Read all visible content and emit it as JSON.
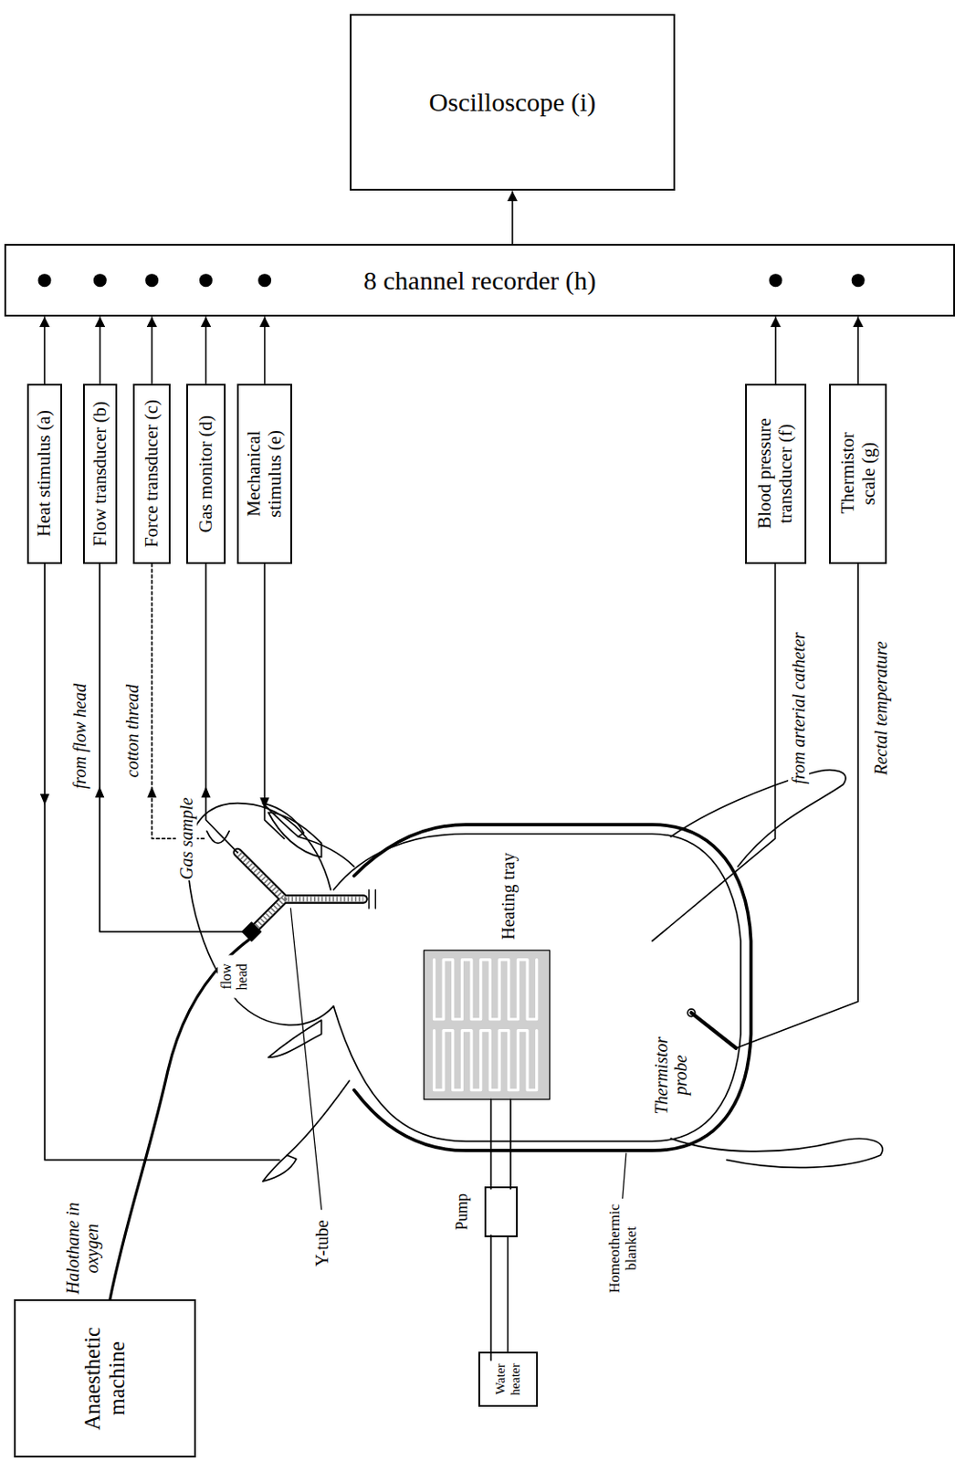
{
  "diagram": {
    "nodes": [
      {
        "text": [
          "Oscilloscope (i)"
        ]
      },
      {
        "text": [
          "8 channel recorder (h)"
        ]
      },
      {
        "text": [
          "Heat stimulus (a)"
        ]
      },
      {
        "text": [
          "Flow transducer (b)"
        ]
      },
      {
        "text": [
          "Force transducer (c)"
        ]
      },
      {
        "text": [
          "Gas monitor (d)"
        ]
      },
      {
        "text": [
          "Mechanical stimulus (e)"
        ]
      },
      {
        "text": [
          "Blood pressure transducer (f)"
        ]
      },
      {
        "text": [
          "Thermistor scale (g)"
        ]
      },
      {
        "text": [
          "Anaesthetic machine"
        ]
      },
      {
        "text": [
          "Pump"
        ]
      },
      {
        "text": [
          "Water heater"
        ]
      }
    ],
    "edges": [
      {
        "from": 1,
        "to": 0,
        "arrow": "to"
      },
      {
        "from": 2,
        "to": 1,
        "arrow": "to"
      },
      {
        "from": 3,
        "to": 1,
        "arrow": "to"
      },
      {
        "from": 4,
        "to": 1,
        "arrow": "to"
      },
      {
        "from": 5,
        "to": 1,
        "arrow": "to"
      },
      {
        "from": 6,
        "to": 1,
        "arrow": "to"
      },
      {
        "from": 7,
        "to": 1,
        "arrow": "to"
      },
      {
        "from": 8,
        "to": 1,
        "arrow": "to"
      },
      {
        "from": 10,
        "to": 11,
        "arrow": "none"
      }
    ],
    "labels": [
      "from flow head",
      "cotton thread",
      "Gas sample",
      "from arterial catheter",
      "Rectal temperature",
      "Heating tray",
      "flow head",
      "Halothane in oxygen",
      "Y-tube",
      "Homeothermic blanket",
      "Thermistor probe"
    ]
  }
}
